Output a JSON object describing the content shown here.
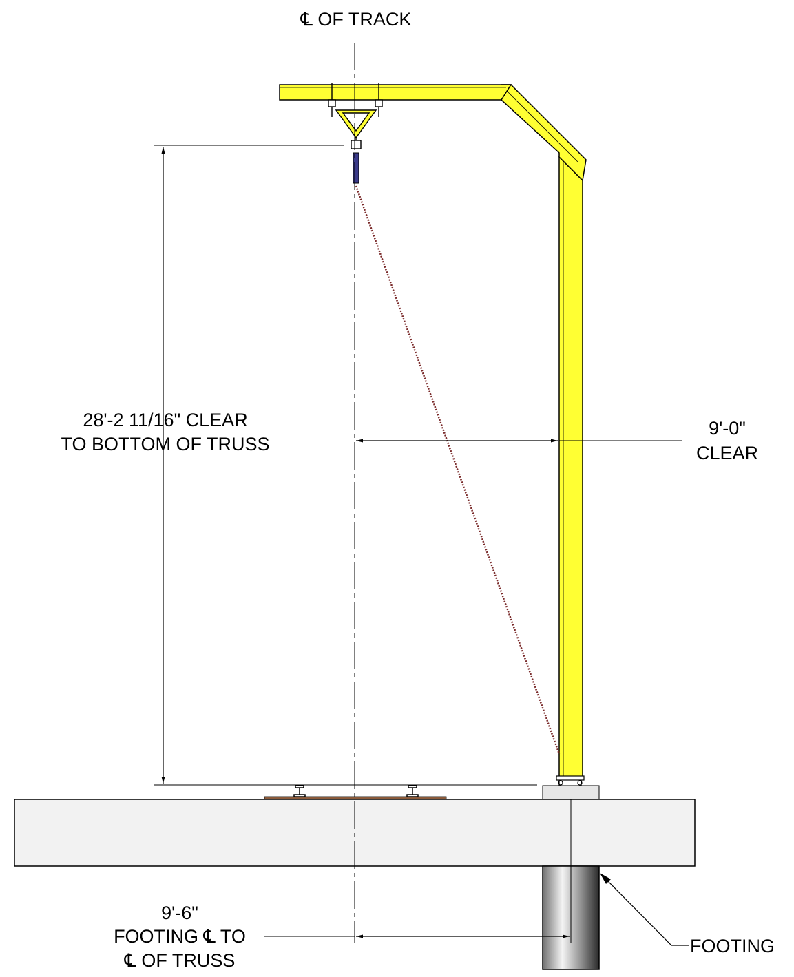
{
  "labels": {
    "centerline_track": "℄ OF TRACK",
    "clear_height_line1": "28'-2 11/16\" CLEAR",
    "clear_height_line2": "TO BOTTOM OF TRUSS",
    "clear_width_line1": "9'-0\"",
    "clear_width_line2": "CLEAR",
    "footing_dist_line1": "9'-6\"",
    "footing_dist_line2": "FOOTING ℄ TO",
    "footing_dist_line3": "℄ OF TRUSS",
    "footing": "FOOTING"
  },
  "colors": {
    "truss": "#ffff33",
    "line": "#000000",
    "chain": "#7a2a2a",
    "slab": "#f2f2f2",
    "base_plate": "#e6e6e6",
    "hoist": "#3a3a8a",
    "tie_plate": "#8a5a3a"
  }
}
